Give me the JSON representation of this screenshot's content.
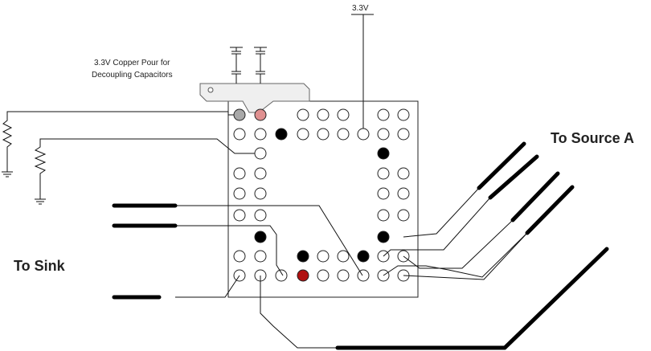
{
  "labels": {
    "supply": "3.3V",
    "pour_line1": "3.3V Copper Pour for",
    "pour_line2": "Decoupling Capacitors",
    "source": "To Source A",
    "sink": "To Sink"
  },
  "colors": {
    "pin_outline": "#222222",
    "pin_fill": "#ffffff",
    "pin_black": "#000000",
    "pin_red": "#b01010",
    "pin_pink": "#e09090",
    "pin_gray": "#a8a8a8",
    "pour_fill": "#efefef",
    "wire": "#111111"
  }
}
